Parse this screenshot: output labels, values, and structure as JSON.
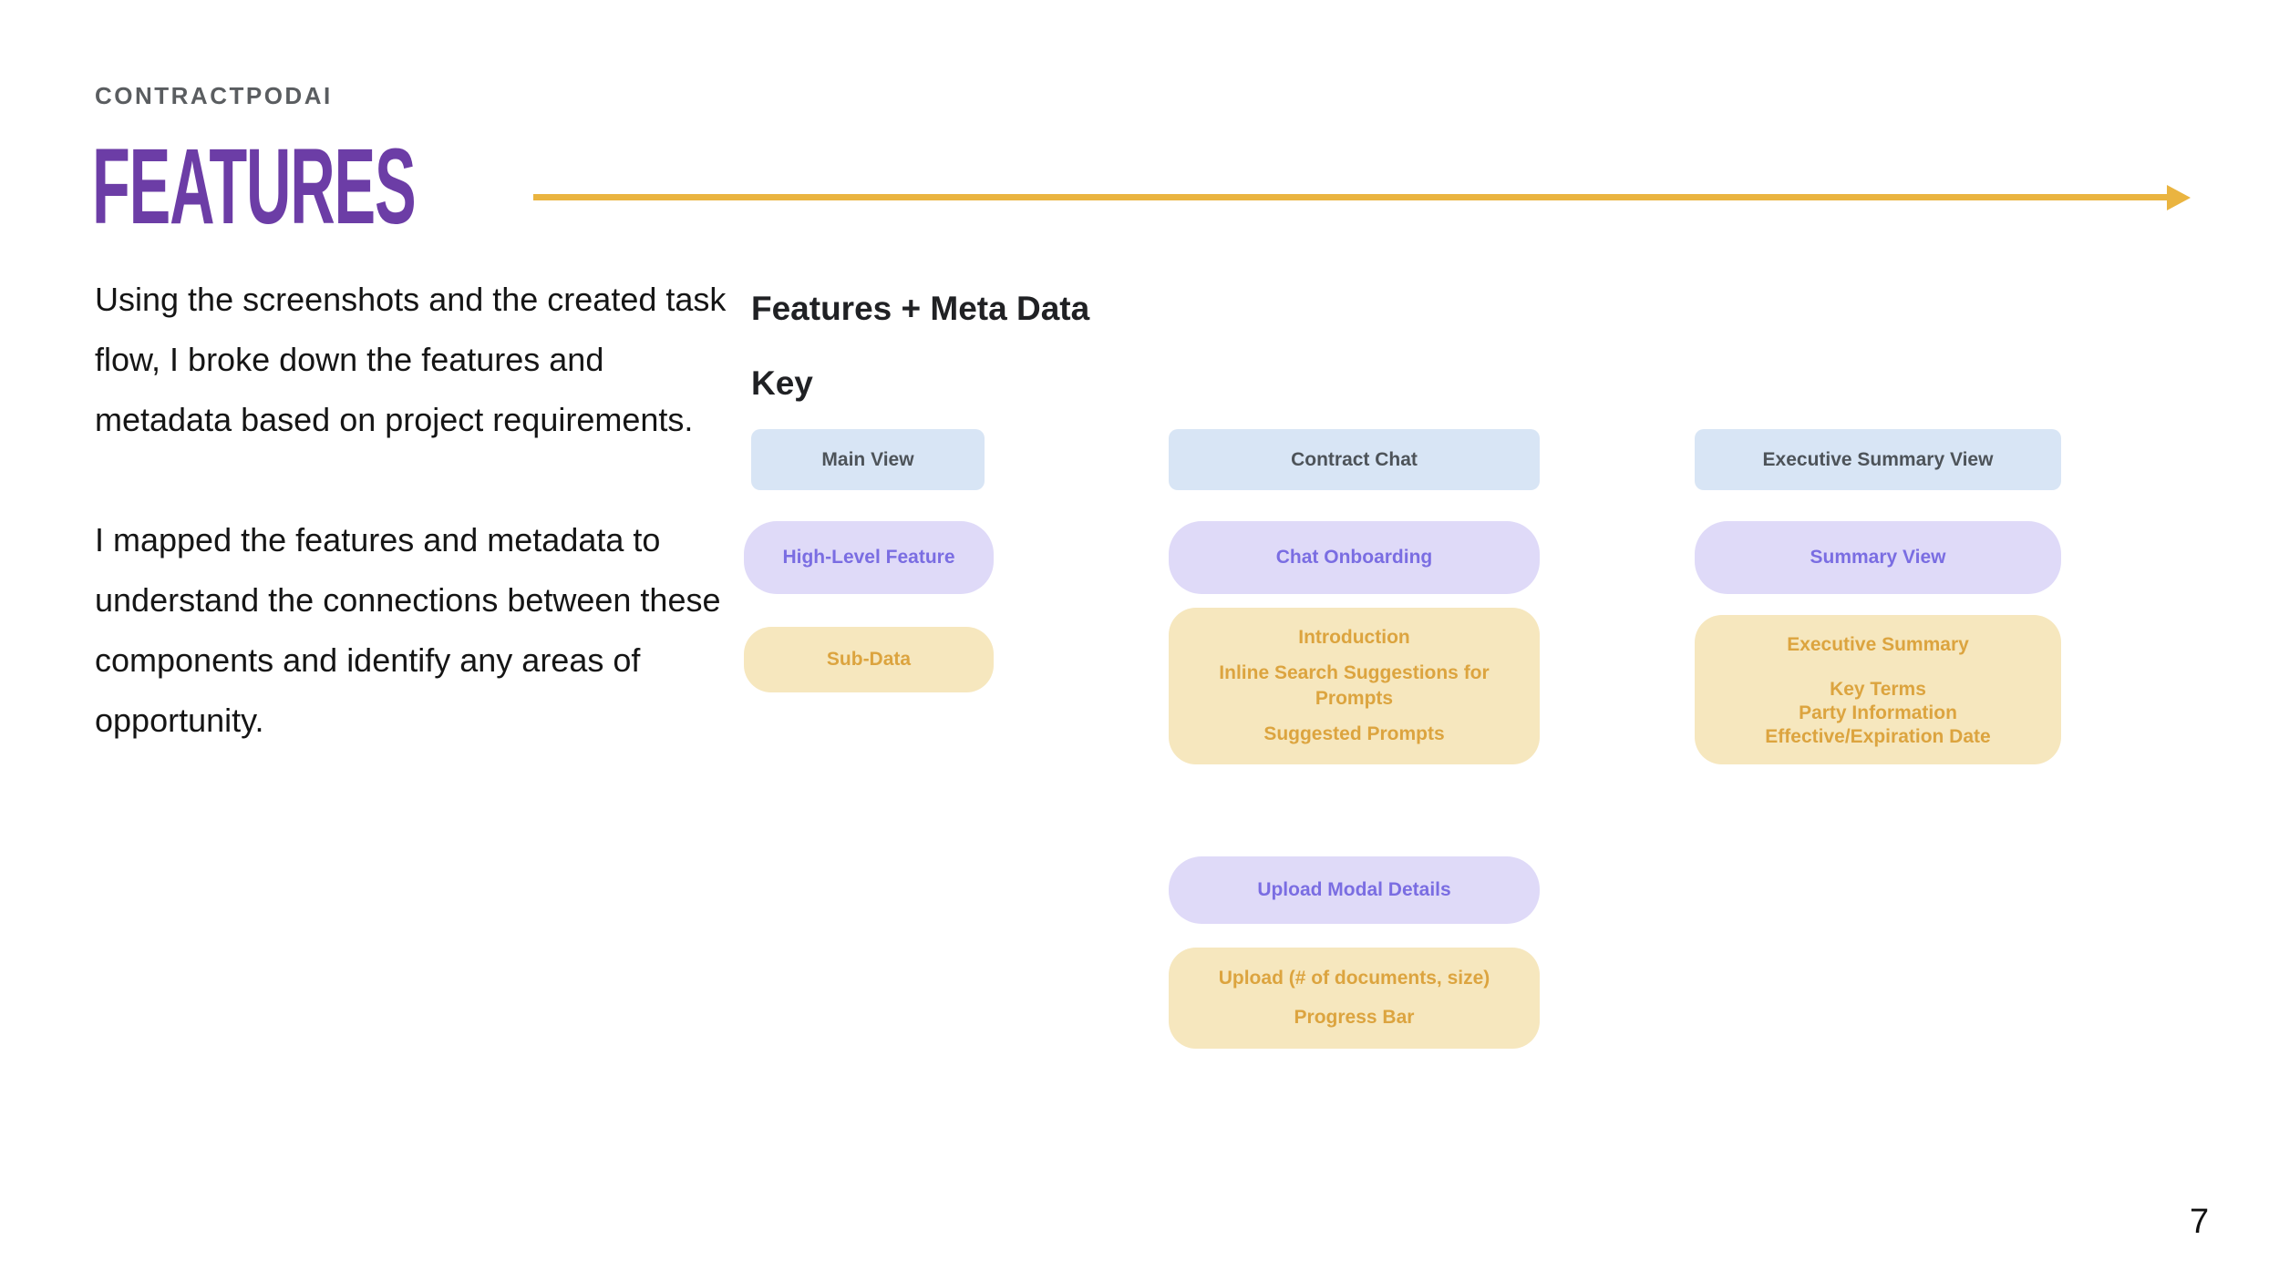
{
  "header": {
    "brand": "CONTRACTPODAI",
    "title": "FEATURES"
  },
  "intro": {
    "paragraph1": "Using the screenshots and the created task flow, I broke down the features and metadata based on project requirements.",
    "paragraph2": "I mapped the features and metadata to understand the connections between these components and identify any areas of opportunity."
  },
  "diagram": {
    "heading": "Features + Meta Data",
    "key_label": "Key",
    "main_views": {
      "main": "Main View",
      "chat": "Contract Chat",
      "executive": "Executive Summary View"
    },
    "high_level_features": {
      "feature": "High-Level Feature",
      "chat_onboarding": "Chat Onboarding",
      "summary_view": "Summary View"
    },
    "sub_data_label": "Sub-Data",
    "chat_details": [
      "Introduction",
      "Inline Search Suggestions for Prompts",
      "Suggested Prompts"
    ],
    "executive_details": {
      "title": "Executive Summary",
      "items": [
        "Key Terms",
        "Party Information",
        "Effective/Expiration Date"
      ]
    },
    "upload": {
      "feature": "Upload Modal Details",
      "details": [
        "Upload (# of documents, size)",
        "Progress Bar"
      ]
    }
  },
  "footer": {
    "page_number": "7"
  },
  "colors": {
    "title-purple": "#6C3DA6",
    "arrow-gold": "#EAB440",
    "box-blue": "#D8E5F5",
    "box-blue-text": "#4D5359",
    "box-lavender": "#DFDAF8",
    "box-lavender-text": "#7A6DE2",
    "box-yellow": "#F6E7BE",
    "box-yellow-text": "#DCA43F",
    "brand-gray": "#5A5D60",
    "body-text": "#151515"
  }
}
